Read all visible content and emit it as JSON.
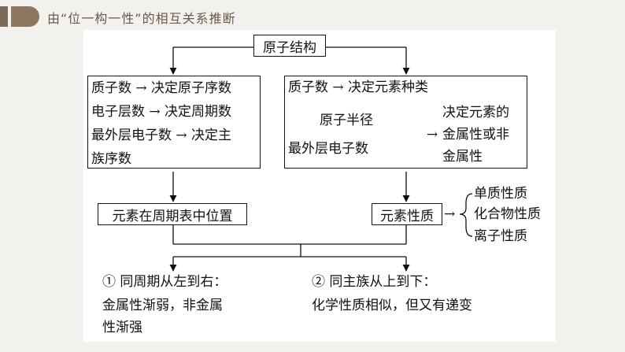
{
  "header": {
    "title": "由“位一构一性”的相互关系推断"
  },
  "diagram": {
    "top_box": "原子结构",
    "left_box": {
      "lines": [
        "质子数 → 决定原子序数",
        "电子层数 → 决定周期数",
        "最外层电子数 → 决定主",
        "族序数"
      ]
    },
    "right_box": {
      "line1": "质子数 → 决定元素种类",
      "radius": "原子半径",
      "outer": "最外层电子数",
      "arrow": "→",
      "result": [
        "决定元素的",
        "金属性或非",
        "金属性"
      ]
    },
    "position_box": "元素在周期表中位置",
    "property_box": "元素性质",
    "property_arrow": "→",
    "properties": [
      "单质性质",
      "化合物性质",
      "离子性质"
    ],
    "rule_left": [
      "① 同周期从左到右：",
      "金属性渐弱，非金属",
      "性渐强"
    ],
    "rule_right": [
      "② 同主族从上到下：",
      "化学性质相似，但又有递变"
    ]
  },
  "colors": {
    "background": "#f3f1ee",
    "header_accent": "#8c7760",
    "header_text": "#6b5a48",
    "line": "#111111"
  }
}
